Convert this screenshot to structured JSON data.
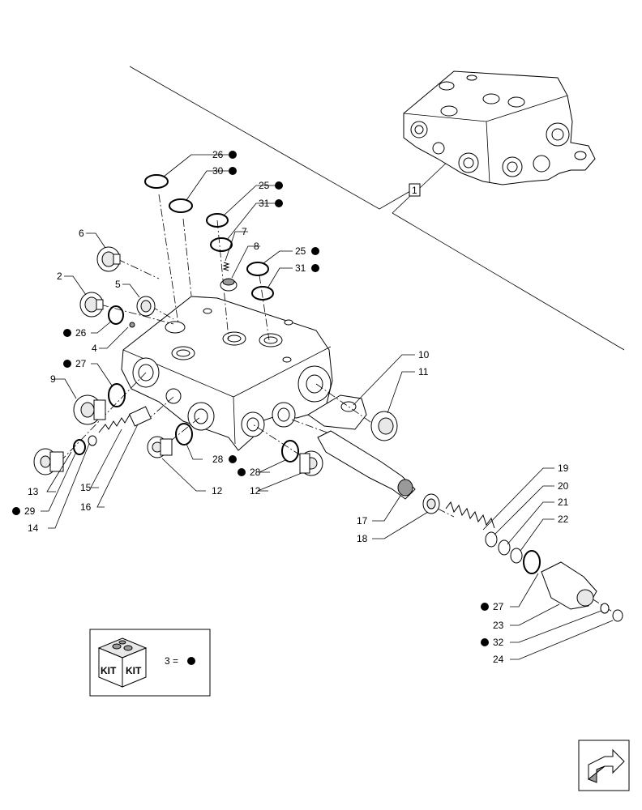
{
  "callouts": {
    "c1": "1",
    "c2": "2",
    "c4": "4",
    "c5": "5",
    "c6": "6",
    "c7": "7",
    "c8": "8",
    "c9": "9",
    "c10": "10",
    "c11": "11",
    "c12a": "12",
    "c12b": "12",
    "c13": "13",
    "c14": "14",
    "c15": "15",
    "c16": "16",
    "c17": "17",
    "c18": "18",
    "c19": "19",
    "c20": "20",
    "c21": "21",
    "c22": "22",
    "c23": "23",
    "c24": "24",
    "c25a": "25",
    "c25b": "25",
    "c26a": "26",
    "c26b": "26",
    "c27a": "27",
    "c27b": "27",
    "c28a": "28",
    "c28b": "28",
    "c29": "29",
    "c30": "30",
    "c31a": "31",
    "c31b": "31",
    "c32": "32"
  },
  "kit_legend": {
    "kit_label_left": "KIT",
    "kit_label_right": "KIT",
    "equation": "3 ="
  }
}
